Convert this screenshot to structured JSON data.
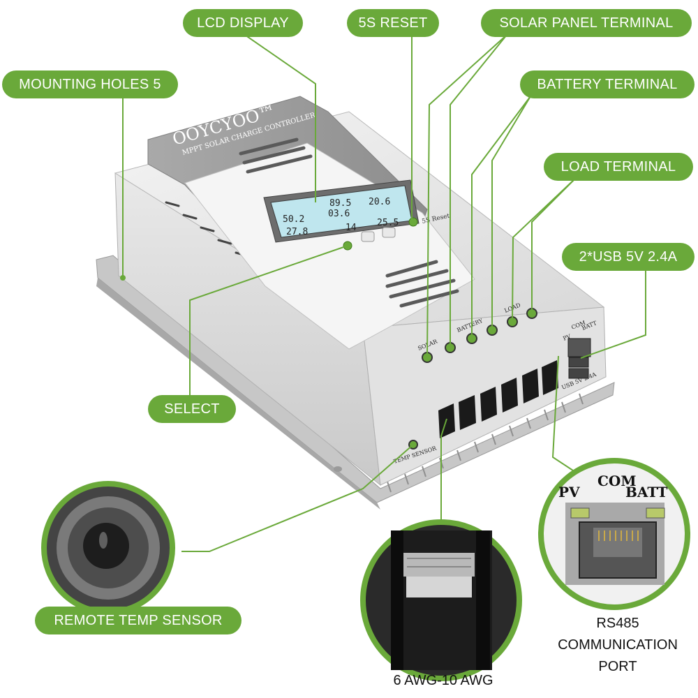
{
  "callouts": {
    "lcd_display": "LCD DISPLAY",
    "reset_5s": "5S RESET",
    "solar_panel_terminal": "SOLAR PANEL TERMINAL",
    "mounting_holes": "MOUNTING HOLES 5",
    "battery_terminal": "BATTERY TERMINAL",
    "load_terminal": "LOAD TERMINAL",
    "usb": "2*USB 5V 2.4A",
    "select": "SELECT",
    "remote_temp_sensor": "REMOTE TEMP SENSOR",
    "awg": "6 AWG-10 AWG",
    "rs485_line1": "RS485",
    "rs485_line2": "COMMUNICATION",
    "rs485_line3": "PORT"
  },
  "device": {
    "brand": "OOYCYOO™",
    "subtitle": "MPPT SOLAR CHARGE CONTROLLER",
    "reset_label": "5S Reset",
    "solar_label": "SOLAR",
    "battery_label": "BATTERY",
    "load_label": "LOAD",
    "com_label": "COM",
    "batt_label": "BATT",
    "pv_label": "PV",
    "usb_label": "USB 5V 2.4A",
    "temp_label": "TEMP SENSOR",
    "lcd": {
      "top_value": "89.5",
      "mid_value": "03.6",
      "pv_value": "50.2",
      "right_value": "20.6",
      "bottom_left": "27.8",
      "bottom_mid": "14",
      "bottom_right": "25.5"
    }
  },
  "inset_port": {
    "com_label": "COM",
    "pv_label": "PV",
    "batt_label": "BATT"
  },
  "colors": {
    "accent_green": "#6aa93a",
    "leader_line": "#6aa93a",
    "lcd_screen": "#bfe6ee"
  }
}
